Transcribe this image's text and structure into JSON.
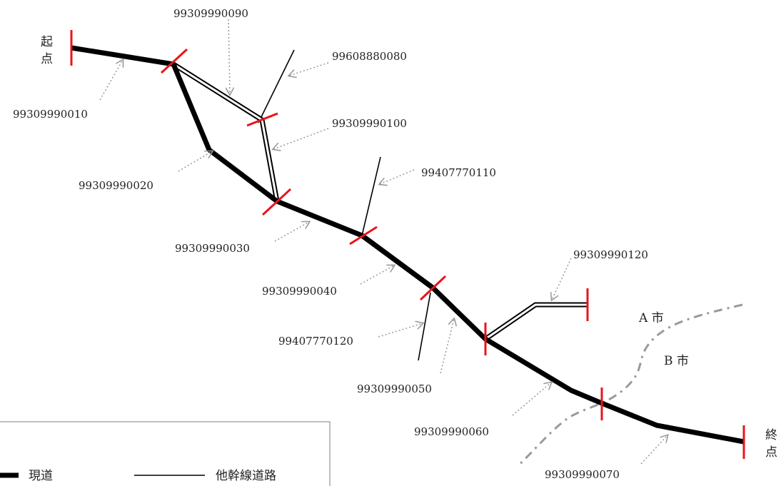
{
  "start_label": [
    "起",
    "点"
  ],
  "end_label": [
    "終",
    "点"
  ],
  "road_ids": {
    "s10": "99309990010",
    "s20": "99309990020",
    "s30": "99309990030",
    "s40": "99309990040",
    "s50": "99309990050",
    "s60": "99309990060",
    "s70": "99309990070",
    "s90": "99309990090",
    "s100": "99309990100",
    "s120": "99309990120",
    "t80": "99608880080",
    "t110": "99407770110",
    "t120": "99407770120"
  },
  "city_labels": {
    "a": "A 市",
    "b": "B 市"
  },
  "legend": {
    "current_road": "現道",
    "other_trunk_road": "他幹線道路"
  },
  "colors": {
    "road": "#000000",
    "boundary_mark": "#e8141b",
    "city_border": "#9a9a9a",
    "arrow": "#9a9a9a"
  }
}
